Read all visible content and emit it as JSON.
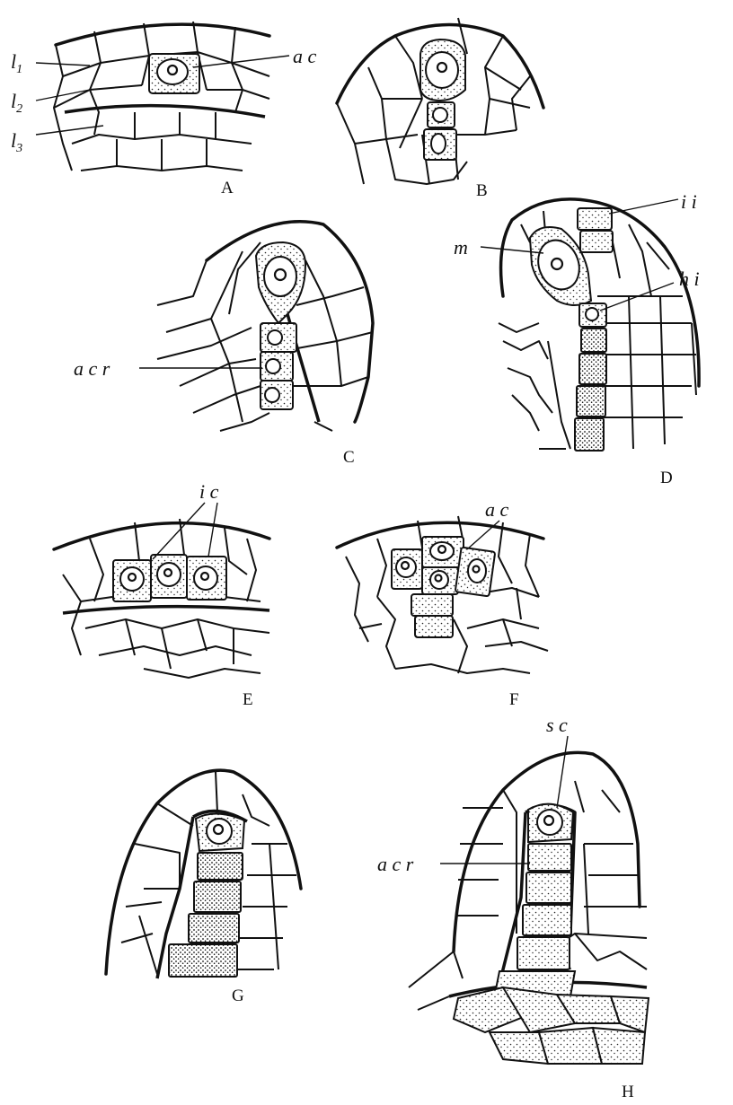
{
  "panels": {
    "A": {
      "letter": "A",
      "labels": {
        "l1": "l",
        "l1_sub": "1",
        "l2": "l",
        "l2_sub": "2",
        "l3": "l",
        "l3_sub": "3",
        "ac": "a c"
      }
    },
    "B": {
      "letter": "B"
    },
    "C": {
      "letter": "C",
      "labels": {
        "acr": "a c r"
      }
    },
    "D": {
      "letter": "D",
      "labels": {
        "ii": "i i",
        "m": "m",
        "hi": "h i"
      }
    },
    "E": {
      "letter": "E",
      "labels": {
        "ic": "i c"
      }
    },
    "F": {
      "letter": "F",
      "labels": {
        "ac": "a c"
      }
    },
    "G": {
      "letter": "G"
    },
    "H": {
      "letter": "H",
      "labels": {
        "sc": "s c",
        "acr": "a c r"
      }
    }
  }
}
